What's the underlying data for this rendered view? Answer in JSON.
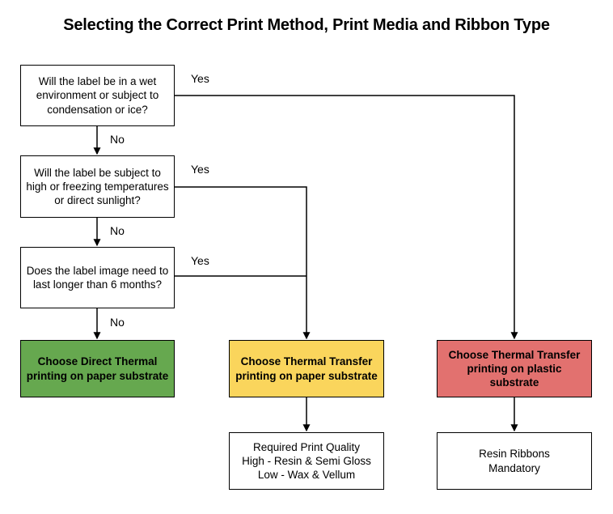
{
  "title": "Selecting the Correct Print Method, Print Media and Ribbon Type",
  "colors": {
    "green": "#66a84f",
    "yellow": "#fad55c",
    "red": "#e2716f",
    "white": "#ffffff",
    "stroke": "#000000"
  },
  "nodes": {
    "q1": {
      "text": "Will the label be in a wet environment or subject to condensation or ice?"
    },
    "q2": {
      "text": "Will the label be subject to high or freezing temperatures or direct sunlight?"
    },
    "q3": {
      "text": "Does the label image need to last longer than 6 months?"
    },
    "direct_thermal": {
      "text": "Choose Direct Thermal printing on paper substrate"
    },
    "thermal_transfer_paper": {
      "text": "Choose Thermal Transfer printing on paper substrate"
    },
    "thermal_transfer_plastic": {
      "text": "Choose Thermal Transfer printing on plastic substrate"
    },
    "print_quality": {
      "text": "Required Print Quality\nHigh - Resin & Semi Gloss\nLow - Wax & Vellum"
    },
    "resin_ribbons": {
      "text": "Resin Ribbons\nMandatory"
    }
  },
  "edges": {
    "q1_yes": "Yes",
    "q1_no": "No",
    "q2_yes": "Yes",
    "q2_no": "No",
    "q3_yes": "Yes",
    "q3_no": "No"
  }
}
